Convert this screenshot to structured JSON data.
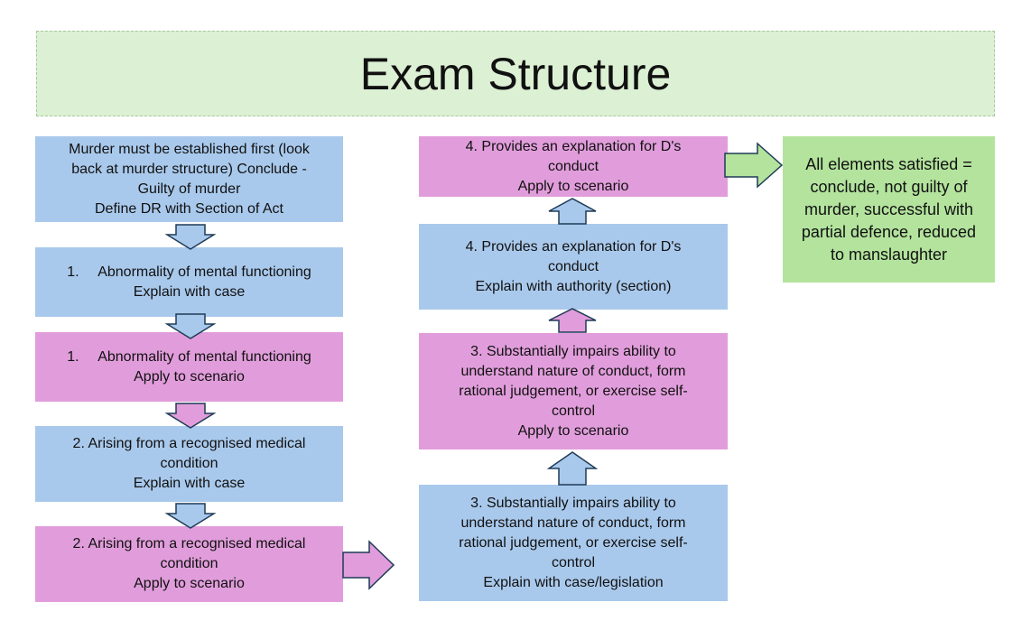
{
  "title": "Exam Structure",
  "boxes": {
    "b1": {
      "lines": [
        "Murder must be established first (look",
        "back at murder structure) Conclude -",
        "Guilty of murder",
        "Define DR with Section of Act"
      ],
      "color": "#a9c9ec"
    },
    "b2": {
      "num": "1.",
      "head": "Abnormality of mental functioning",
      "sub": "Explain with case",
      "color": "#a9c9ec"
    },
    "b3": {
      "num": "1.",
      "head": "Abnormality of mental functioning",
      "sub": "Apply to scenario",
      "color": "#e19ddb"
    },
    "b4": {
      "lines": [
        "2. Arising from a recognised medical",
        "condition",
        "Explain with case"
      ],
      "color": "#a9c9ec"
    },
    "b5": {
      "lines": [
        "2. Arising from a recognised medical",
        "condition",
        "Apply to scenario"
      ],
      "color": "#e19ddb"
    },
    "b6": {
      "lines": [
        "3. Substantially impairs ability to",
        "understand nature of conduct, form",
        "rational judgement, or exercise self-",
        "control",
        "Explain with case/legislation"
      ],
      "color": "#a9c9ec"
    },
    "b7": {
      "lines": [
        "3. Substantially impairs ability to",
        "understand nature of conduct, form",
        "rational judgement, or exercise self-",
        "control",
        "Apply to scenario"
      ],
      "color": "#e19ddb"
    },
    "b8": {
      "lines": [
        "4. Provides an explanation for D's",
        "conduct",
        "Explain with authority (section)"
      ],
      "color": "#a9c9ec"
    },
    "b9": {
      "lines": [
        "4. Provides an explanation for D's",
        "conduct",
        "Apply to scenario"
      ],
      "color": "#e19ddb"
    },
    "b10": {
      "lines": [
        "All elements satisfied =",
        "conclude, not guilty of",
        "murder, successful with",
        "partial defence, reduced",
        "to manslaughter"
      ],
      "color": "#b3e39d"
    }
  }
}
